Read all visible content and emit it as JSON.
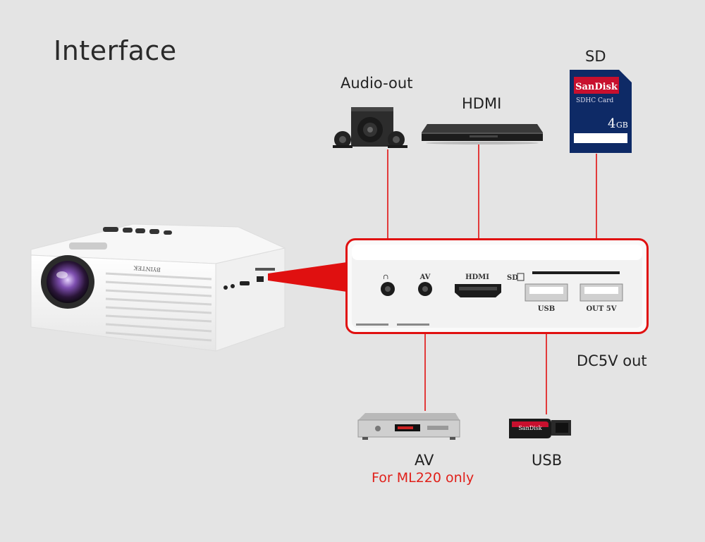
{
  "title": "Interface",
  "labels": {
    "audio_out": "Audio-out",
    "hdmi": "HDMI",
    "sd": "SD",
    "dc5v": "DC5V out",
    "av": "AV",
    "av_note": "For ML220 only",
    "usb": "USB"
  },
  "panel": {
    "av": "AV",
    "hdmi": "HDMI",
    "sd": "SD",
    "usb": "USB",
    "out5v": "OUT 5V"
  },
  "sd_card": {
    "brand": "SanDisk",
    "type": "SDHC Card",
    "capacity": "4",
    "unit": "GB"
  },
  "usb_stick": {
    "brand": "SanDisk"
  },
  "projector": {
    "brand": "BYINTEK"
  },
  "colors": {
    "accent": "#e0201a",
    "wire": "#e23a3a",
    "background": "#e4e4e4"
  }
}
